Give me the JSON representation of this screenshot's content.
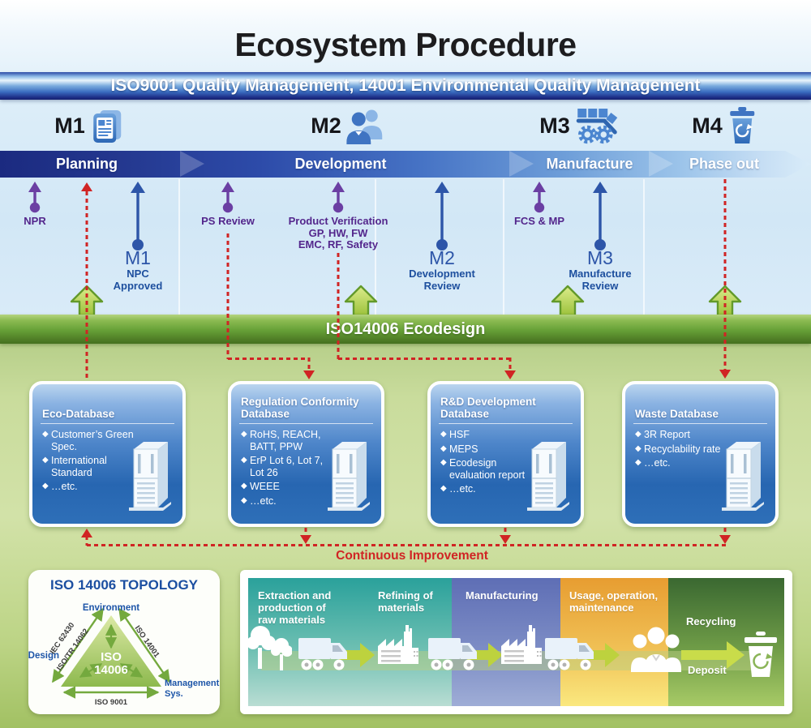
{
  "title": "Ecosystem Procedure",
  "top_banner": "ISO9001 Quality Management, 14001 Environmental Quality Management",
  "ecodesign_banner": "ISO14006 Ecodesign",
  "continuous_improvement": "Continuous Improvement",
  "glyphs": {
    "bullet": "◆"
  },
  "phases": [
    {
      "id": "M1",
      "label": "Planning",
      "icon": "spec-document-icon"
    },
    {
      "id": "M2",
      "label": "Development",
      "icon": "team-icon"
    },
    {
      "id": "M3",
      "label": "Manufacture",
      "icon": "production-line-icon"
    },
    {
      "id": "M4",
      "label": "Phase out",
      "icon": "waste-bin-icon"
    }
  ],
  "milestones": {
    "purple": [
      {
        "lines": [
          "NPR"
        ]
      },
      {
        "lines": [
          "PS Review"
        ]
      },
      {
        "lines": [
          "Product Verification",
          "GP, HW, FW",
          "EMC, RF, Safety"
        ]
      },
      {
        "lines": [
          "FCS & MP"
        ]
      }
    ],
    "blue": [
      {
        "id": "M1",
        "lines": [
          "NPC",
          "Approved"
        ]
      },
      {
        "id": "M2",
        "lines": [
          "Development",
          "Review"
        ]
      },
      {
        "id": "M3",
        "lines": [
          "Manufacture",
          "Review"
        ]
      }
    ]
  },
  "databases": [
    {
      "title_lines": [
        "Eco-Database"
      ],
      "items": [
        "Customer’s Green Spec.",
        "International Standard",
        "…etc."
      ]
    },
    {
      "title_lines": [
        "Regulation Conformity",
        "Database"
      ],
      "items": [
        "RoHS, REACH, BATT, PPW",
        "ErP Lot 6, Lot 7, Lot 26",
        "WEEE",
        "…etc."
      ]
    },
    {
      "title_lines": [
        "R&D Development",
        "Database"
      ],
      "items": [
        "HSF",
        "MEPS",
        "Ecodesign evaluation report",
        "…etc."
      ]
    },
    {
      "title_lines": [
        "Waste Database"
      ],
      "items": [
        "3R Report",
        "Recyclability rate",
        "…etc."
      ]
    }
  ],
  "database_icon": "server-tower-icon",
  "topology": {
    "title": "ISO 14006 TOPOLOGY",
    "center": [
      "ISO",
      "14006"
    ],
    "corner_top": "Environment",
    "corner_left": "Design",
    "corner_right": [
      "Management",
      "Sys."
    ],
    "edge_left": [
      "IEC 62430",
      "ISO/TR 14062"
    ],
    "edge_right": "ISO 14001",
    "edge_bottom": "ISO 9001"
  },
  "lifecycle": {
    "stages": [
      {
        "label_lines": [
          "Extraction and",
          "production of",
          "raw materials"
        ]
      },
      {
        "label_lines": [
          "Refining of",
          "materials"
        ]
      },
      {
        "label_lines": [
          "Manufacturing"
        ]
      },
      {
        "label_lines": [
          "Usage, operation,",
          "maintenance"
        ]
      },
      {
        "labels": [
          "Recycling",
          "Deposit"
        ]
      }
    ],
    "icons": [
      "trees-icon",
      "truck-icon",
      "factory-icon",
      "people-icon",
      "recycle-bin-icon",
      "flow-arrow-icon"
    ]
  },
  "colors": {
    "band_navy": "#1c2b82",
    "banner_blue": "#2f62b5",
    "ecodesign_green": "#68a238",
    "database_blue": "#2f6cb5",
    "alert_red": "#d02424",
    "milestone_purple": "#53268c",
    "milestone_blue": "#2d55a8",
    "lifecycle_teal": "#2aa19b",
    "lifecycle_blue": "#5e6eb5",
    "lifecycle_orange": "#e79d31",
    "lifecycle_green": "#3a6831",
    "flow_arrow_green": "#bdd23e"
  }
}
